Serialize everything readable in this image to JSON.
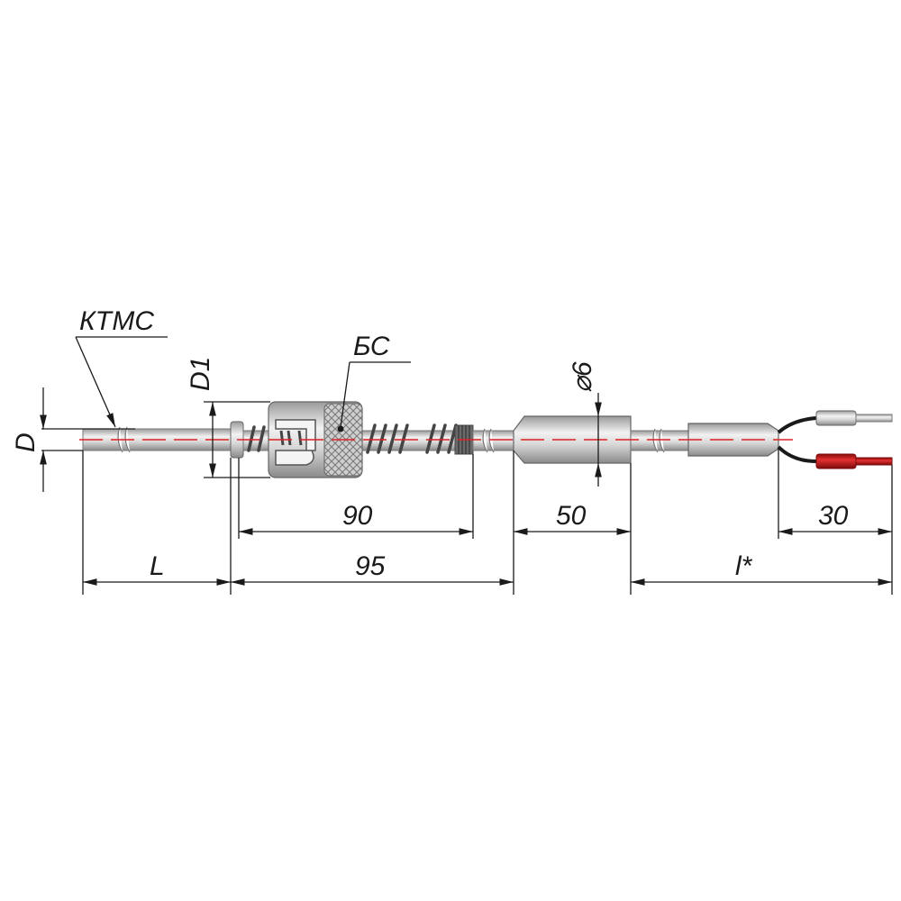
{
  "labels": {
    "sheath": "КТМС",
    "spring_fitting": "БС",
    "diameter_D": "D",
    "diameter_D1": "D1",
    "diameter_phi6": "⌀6"
  },
  "dimensions": {
    "spring_length": "90",
    "sleeve_length": "50",
    "lead_length": "30",
    "immersion_length": "L",
    "fitting_length": "95",
    "cable_length": "l*"
  },
  "colors": {
    "axis": "#e02020",
    "metal_light": "#e6e6e6",
    "metal_dark": "#8a8a8a",
    "spring": "#555555",
    "lead_red": "#c81818",
    "lead_black": "#1a1a1a"
  }
}
